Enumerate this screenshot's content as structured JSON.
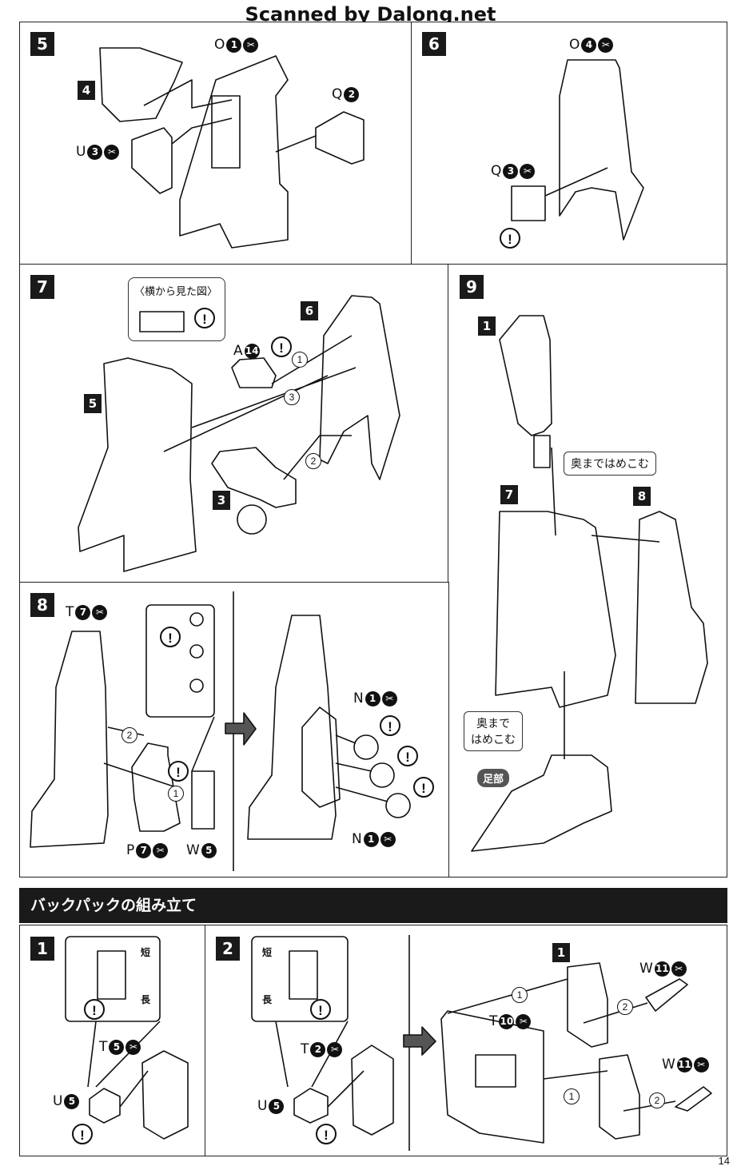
{
  "header": "Scanned by Dalong.net",
  "page_number": "14",
  "section_title": "バックパックの組み立て",
  "steps": {
    "s5": {
      "num": "5",
      "ref4": "4",
      "o": {
        "letter": "O",
        "n": "1"
      },
      "q": {
        "letter": "Q",
        "n": "2"
      },
      "u": {
        "letter": "U",
        "n": "3"
      }
    },
    "s6": {
      "num": "6",
      "o": {
        "letter": "O",
        "n": "4"
      },
      "q": {
        "letter": "Q",
        "n": "3"
      }
    },
    "s7": {
      "num": "7",
      "side_view": "〈横から見た図〉",
      "a": {
        "letter": "A",
        "n": "14"
      },
      "ref6": "6",
      "ref5": "5",
      "ref3": "3",
      "seq": [
        "1",
        "2",
        "3"
      ]
    },
    "s9": {
      "num": "9",
      "ref1": "1",
      "ref7": "7",
      "ref8": "8",
      "note_top": "奥まではめこむ",
      "note_bottom_l1": "奥まで",
      "note_bottom_l2": "はめこむ",
      "foot": "足部"
    },
    "s8": {
      "num": "8",
      "t": {
        "letter": "T",
        "n": "7"
      },
      "p": {
        "letter": "P",
        "n": "7"
      },
      "w": {
        "letter": "W",
        "n": "5"
      },
      "n_top": {
        "letter": "N",
        "n": "1"
      },
      "n_bot": {
        "letter": "N",
        "n": "1"
      },
      "seq": [
        "1",
        "2"
      ]
    },
    "b1": {
      "num": "1",
      "short": "短",
      "long": "長",
      "t": {
        "letter": "T",
        "n": "5"
      },
      "u": {
        "letter": "U",
        "n": "5"
      }
    },
    "b2": {
      "num": "2",
      "short": "短",
      "long": "長",
      "t": {
        "letter": "T",
        "n": "2"
      },
      "u": {
        "letter": "U",
        "n": "5"
      }
    },
    "b3": {
      "ref1": "1",
      "t": {
        "letter": "T",
        "n": "10"
      },
      "w_top": {
        "letter": "W",
        "n": "11"
      },
      "w_bot": {
        "letter": "W",
        "n": "11"
      },
      "seq": [
        "1",
        "2",
        "1",
        "2"
      ]
    }
  },
  "warn_mark": "!",
  "cut_mark": "✂"
}
